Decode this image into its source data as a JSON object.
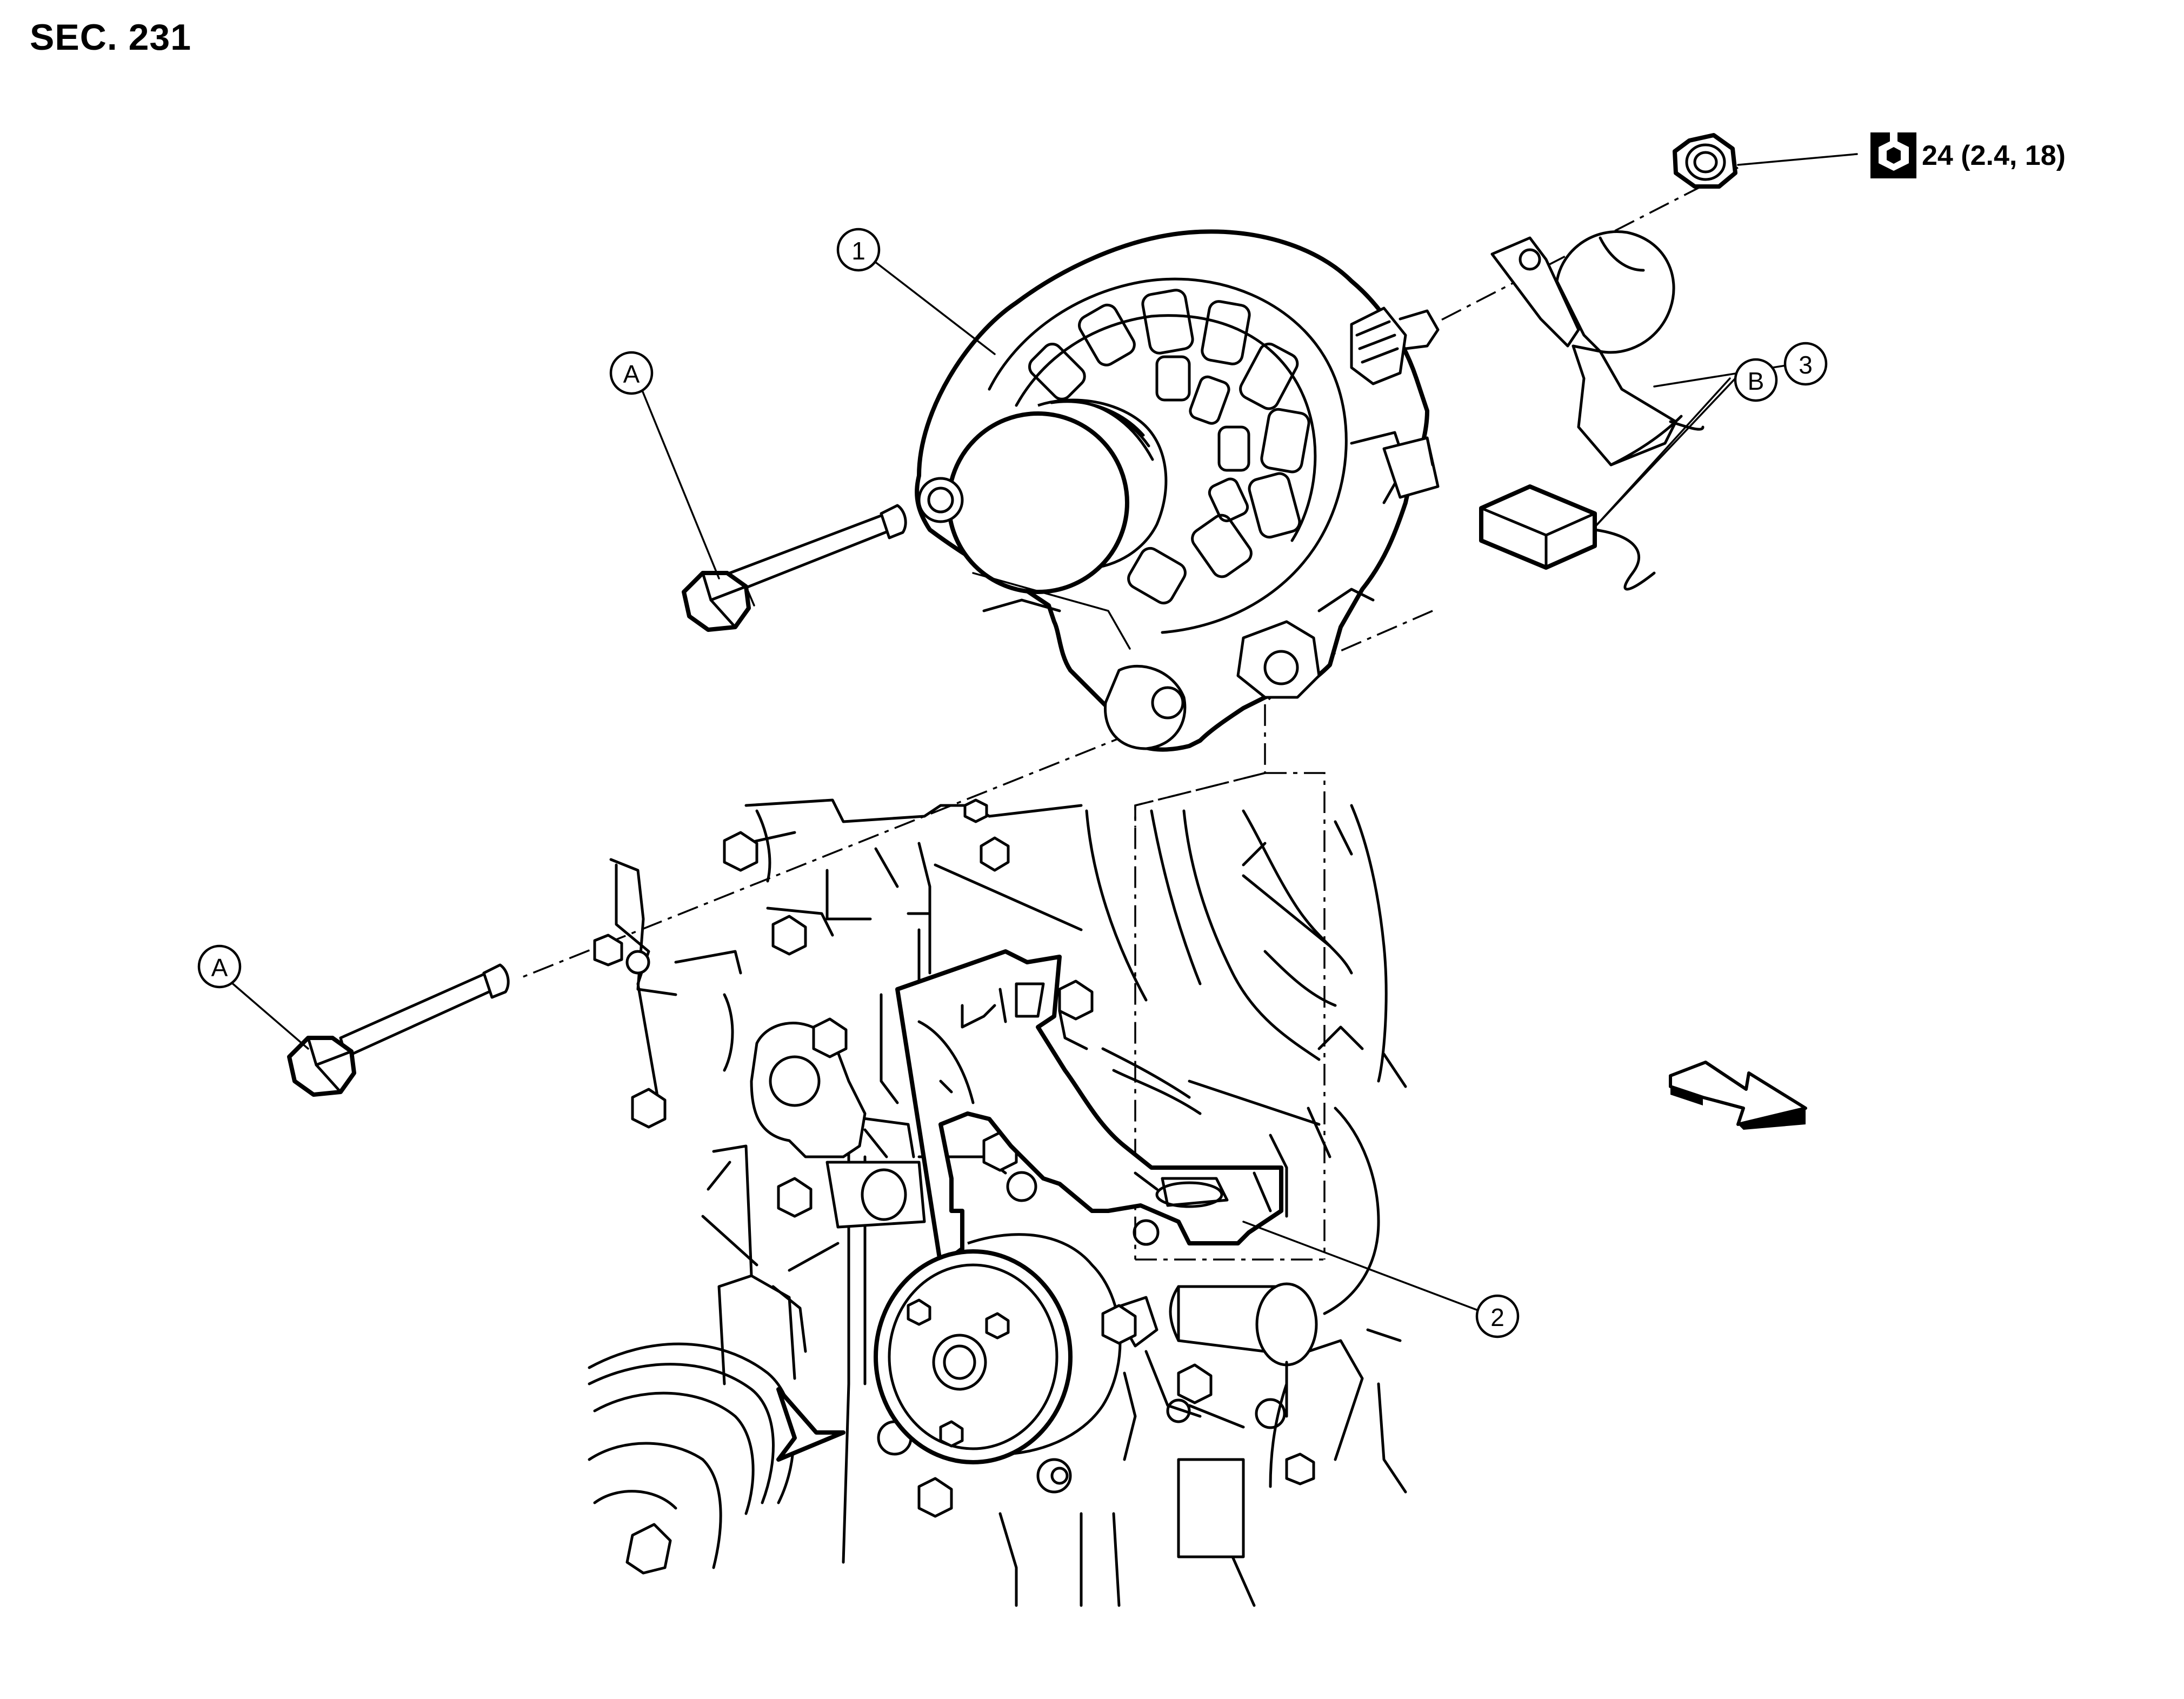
{
  "header": {
    "section": "SEC. 231"
  },
  "torque_spec": {
    "text": "24 (2.4, 18)",
    "icon": "torque-wrench-icon"
  },
  "callouts": {
    "alternator": "1",
    "bracket": "2",
    "harness_cover": "3",
    "bolt_a_upper": "A",
    "bolt_a_lower": "A",
    "connector_b": "B"
  },
  "direction_arrow": {
    "icon": "front-direction-arrow-icon"
  }
}
